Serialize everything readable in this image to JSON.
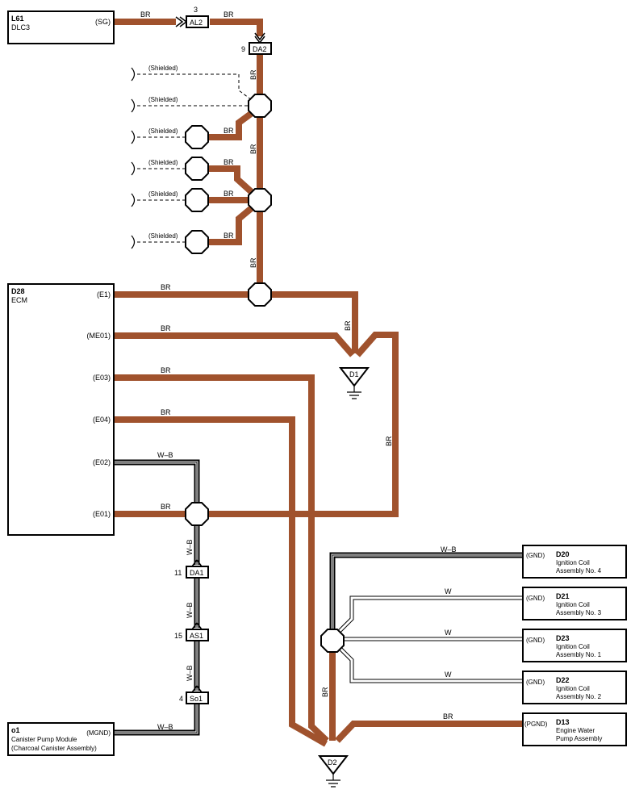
{
  "components": {
    "l61": {
      "code": "L61",
      "name": "DLC3",
      "pin": "(SG)"
    },
    "d28": {
      "code": "D28",
      "name": "ECM",
      "pins": [
        "(E1)",
        "(ME01)",
        "(E03)",
        "(E04)",
        "(E02)",
        "(E01)"
      ]
    },
    "o1": {
      "code": "o1",
      "name_line1": "Canister Pump Module",
      "name_line2": "(Charcoal Canister Assembly)",
      "pin": "(MGND)"
    },
    "d20": {
      "code": "D20",
      "name_line1": "Ignition Coil",
      "name_line2": "Assembly No.  4",
      "pin": "(GND)"
    },
    "d21": {
      "code": "D21",
      "name_line1": "Ignition Coil",
      "name_line2": "Assembly No.  3",
      "pin": "(GND)"
    },
    "d23": {
      "code": "D23",
      "name_line1": "Ignition Coil",
      "name_line2": "Assembly No.  1",
      "pin": "(GND)"
    },
    "d22": {
      "code": "D22",
      "name_line1": "Ignition Coil",
      "name_line2": "Assembly No.  2",
      "pin": "(GND)"
    },
    "d13": {
      "code": "D13",
      "name_line1": "Engine Water",
      "name_line2": "Pump Assembly",
      "pin": "(PGND)"
    }
  },
  "connectors": {
    "al2": {
      "label": "AL2",
      "pin": "3"
    },
    "da2": {
      "label": "DA2",
      "pin": "9"
    },
    "da1": {
      "label": "DA1",
      "pin": "11"
    },
    "as1": {
      "label": "AS1",
      "pin": "15"
    },
    "so1": {
      "label": "So1",
      "pin": "4"
    }
  },
  "grounds": {
    "d1": "D1",
    "d2": "D2"
  },
  "shielded_label": "(Shielded)",
  "wire_colors": {
    "br": "BR",
    "wb": "W–B",
    "w": "W"
  },
  "colors": {
    "br_wire": "#a0522d"
  }
}
